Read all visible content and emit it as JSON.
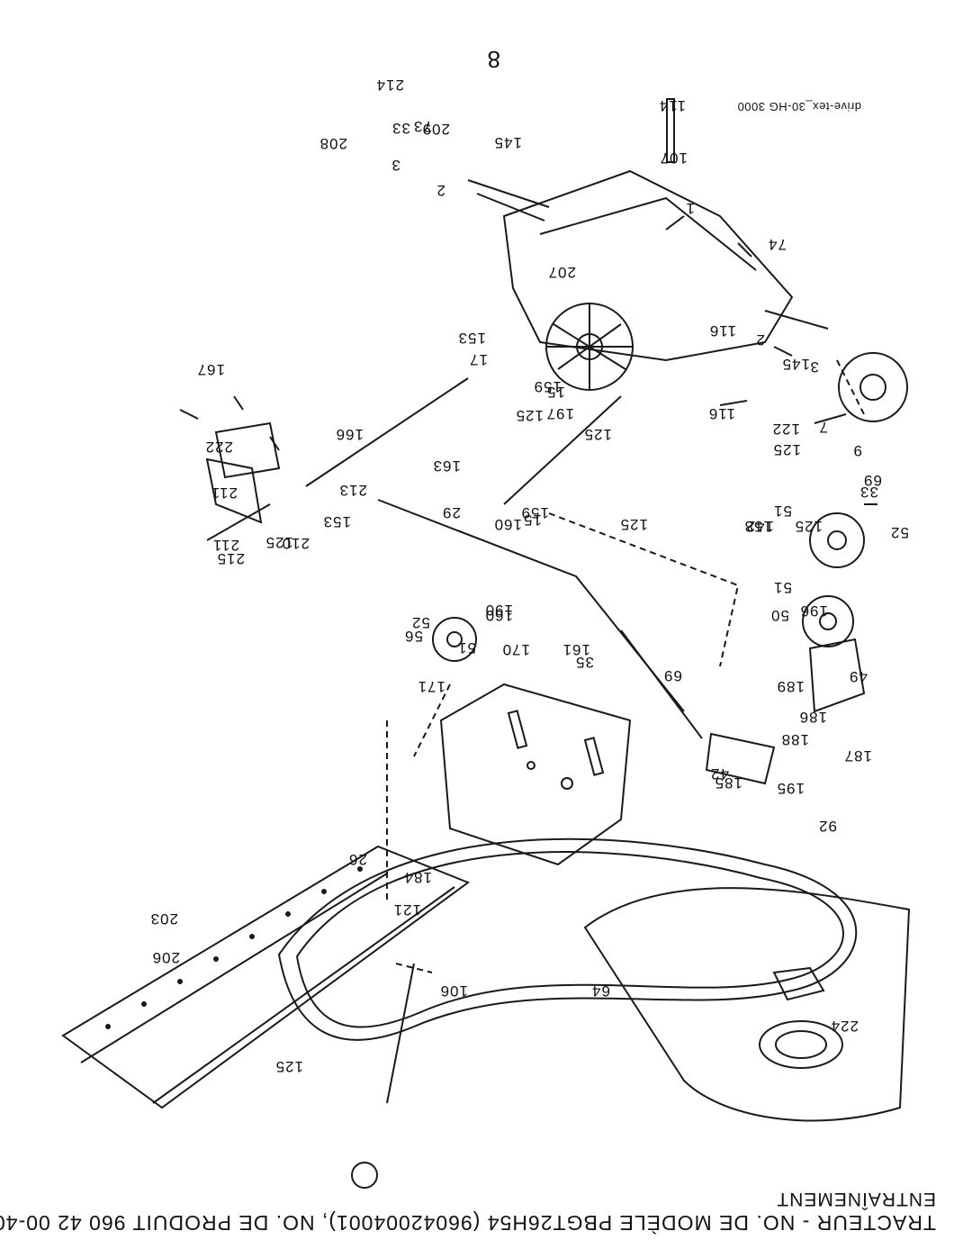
{
  "header": {
    "title": "TRACTEUR - NO. DE MODÈLE PBGT26H54 (96042004001), NO. DE PRODUIT 960 42 00-40",
    "subtitle": "ENTRAÎNEMENT"
  },
  "page_number": "8",
  "drawing_id": "drive-tex_30-HG 3000",
  "callouts": [
    "1",
    "2",
    "2",
    "3",
    "3",
    "6",
    "7",
    "9",
    "15",
    "15",
    "17",
    "26",
    "29",
    "33",
    "33",
    "35",
    "42",
    "49",
    "50",
    "51",
    "51",
    "51",
    "52",
    "52",
    "56",
    "64",
    "69",
    "69",
    "73",
    "74",
    "92",
    "106",
    "107",
    "114",
    "116",
    "116",
    "121",
    "122",
    "125",
    "125",
    "125",
    "125",
    "125",
    "125",
    "125",
    "142",
    "145",
    "145",
    "153",
    "153",
    "158",
    "159",
    "159",
    "160",
    "160",
    "161",
    "163",
    "166",
    "167",
    "170",
    "171",
    "184",
    "185",
    "186",
    "187",
    "188",
    "189",
    "190",
    "195",
    "196",
    "197",
    "203",
    "206",
    "207",
    "208",
    "209",
    "210",
    "211",
    "211",
    "213",
    "214",
    "215",
    "222",
    "224"
  ]
}
